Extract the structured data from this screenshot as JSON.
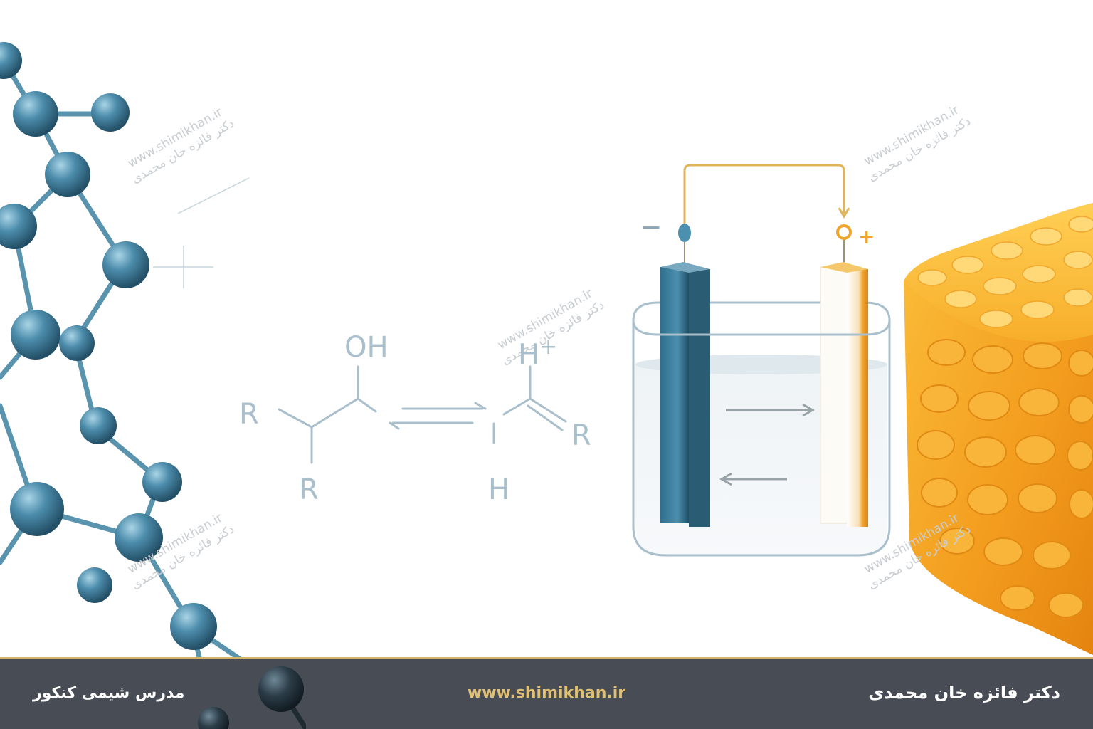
{
  "watermark": {
    "url": "www.shimikhan.ir",
    "name": "دکتر فائزه خان محمدی"
  },
  "reaction": {
    "left_labels": {
      "oh": "OH",
      "r1": "R",
      "r2": "R"
    },
    "right_labels": {
      "hplus_h": "H",
      "hplus_sign": "+",
      "r3": "R",
      "h": "H"
    }
  },
  "cell": {
    "negative_sign": "−",
    "positive_sign": "+"
  },
  "footer": {
    "left_text": "مدرس شیمی کنکور",
    "center_text": "www.shimikhan.ir",
    "right_text": "دکتر فائزه خان محمدی"
  },
  "colors": {
    "footer_bg": "#474c55",
    "footer_accent": "#e0c074",
    "molecule_blue": "#3f7a96",
    "sponge_orange": "#f2a01e"
  }
}
